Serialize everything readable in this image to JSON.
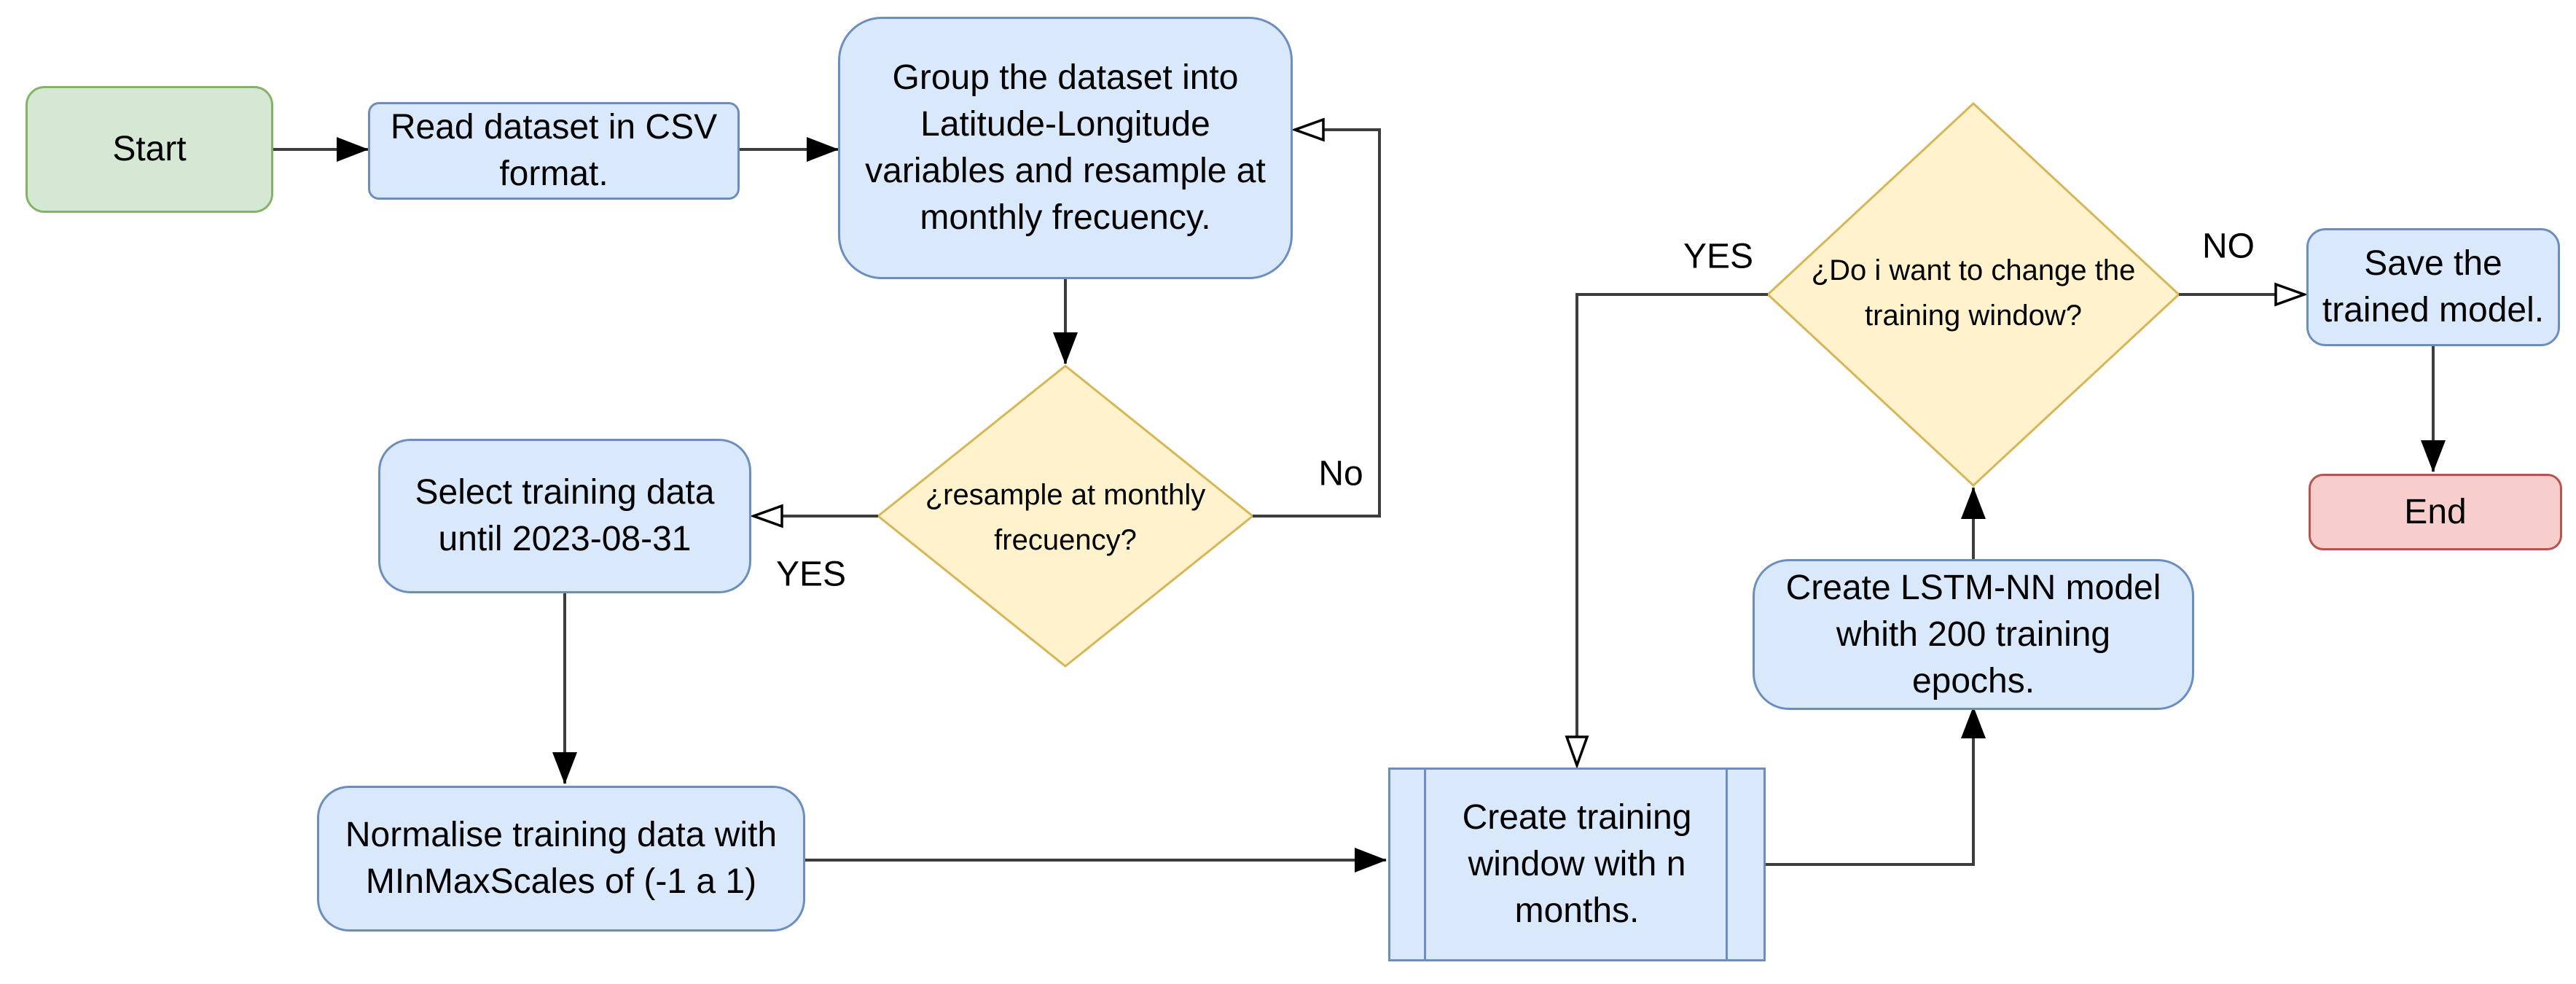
{
  "palette": {
    "canvas-bg": "#ffffff",
    "process-fill": "#dae8fc",
    "process-stroke": "#6c8ebf",
    "start-fill": "#d5e8d4",
    "start-stroke": "#82b366",
    "end-fill": "#f8cecc",
    "end-stroke": "#b85450",
    "decision-fill": "#fff2cc",
    "decision-stroke": "#d6b656",
    "connector": "#3d3d3d",
    "text": "#000000"
  },
  "nodes": {
    "start": {
      "label": "Start",
      "shape": "rounded-rectangle"
    },
    "read_csv": {
      "label": "Read dataset in CSV format.",
      "shape": "rounded-rectangle"
    },
    "group_dataset": {
      "label": "Group the dataset into Latitude-Longitude variables and resample at monthly frecuency.",
      "shape": "rounded-rectangle"
    },
    "resample_decision": {
      "label": "¿resample at monthly frecuency?",
      "shape": "diamond"
    },
    "select_training": {
      "label": "Select training data until 2023-08-31",
      "shape": "rounded-rectangle"
    },
    "normalise": {
      "label": "Normalise training data with MInMaxScales of (-1 a 1)",
      "shape": "rounded-rectangle"
    },
    "create_window": {
      "label": "Create training window with n months.",
      "shape": "predefined-process"
    },
    "create_lstm": {
      "label": "Create LSTM-NN model whith 200 training epochs.",
      "shape": "rounded-rectangle"
    },
    "change_decision": {
      "label": "¿Do i want to change the training window?",
      "shape": "diamond"
    },
    "save_model": {
      "label": "Save the trained model.",
      "shape": "rounded-rectangle"
    },
    "end": {
      "label": "End",
      "shape": "rounded-rectangle"
    }
  },
  "edges": [
    {
      "from": "start",
      "to": "read_csv",
      "arrowhead": "solid",
      "label": ""
    },
    {
      "from": "read_csv",
      "to": "group_dataset",
      "arrowhead": "solid",
      "label": ""
    },
    {
      "from": "group_dataset",
      "to": "resample_decision",
      "arrowhead": "solid",
      "label": ""
    },
    {
      "from": "resample_decision",
      "to": "select_training",
      "arrowhead": "open",
      "label": "YES"
    },
    {
      "from": "resample_decision",
      "to": "group_dataset",
      "arrowhead": "open",
      "label": "No"
    },
    {
      "from": "select_training",
      "to": "normalise",
      "arrowhead": "solid",
      "label": ""
    },
    {
      "from": "normalise",
      "to": "create_window",
      "arrowhead": "solid",
      "label": ""
    },
    {
      "from": "change_decision",
      "to": "create_window",
      "arrowhead": "open",
      "label": "YES"
    },
    {
      "from": "create_window",
      "to": "create_lstm",
      "arrowhead": "solid",
      "label": ""
    },
    {
      "from": "create_lstm",
      "to": "change_decision",
      "arrowhead": "solid",
      "label": ""
    },
    {
      "from": "change_decision",
      "to": "save_model",
      "arrowhead": "open",
      "label": "NO"
    },
    {
      "from": "save_model",
      "to": "end",
      "arrowhead": "solid",
      "label": ""
    }
  ]
}
